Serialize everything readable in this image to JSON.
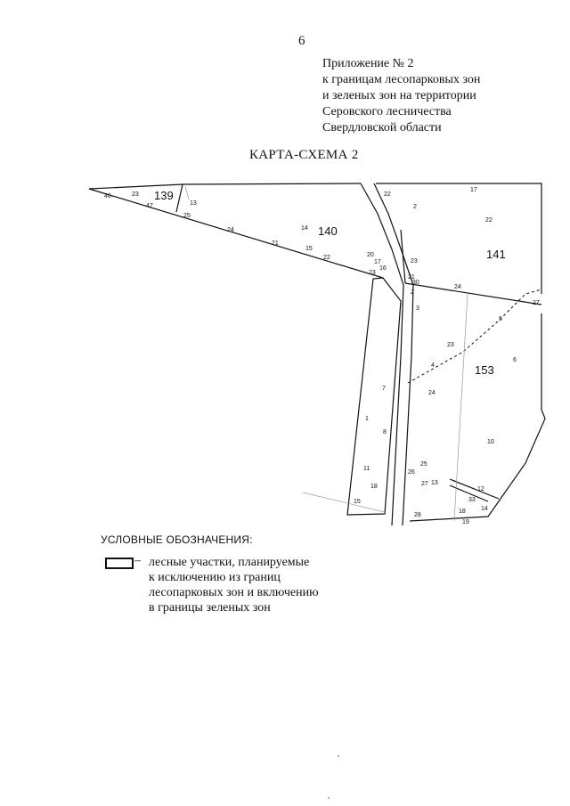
{
  "page_number": "6",
  "appendix_lines": [
    "Приложение № 2",
    "к границам лесопарковых зон",
    "и зеленых зон на территории",
    "Серовского лесничества",
    "Свердловской области"
  ],
  "map_title": "КАРТА-СХЕМА 2",
  "quarters": {
    "q139": "139",
    "q140": "140",
    "q141": "141",
    "q153": "153"
  },
  "plots": [
    "46",
    "23",
    "47",
    "13",
    "25",
    "24",
    "21",
    "15",
    "22",
    "14",
    "20",
    "17",
    "16",
    "23",
    "22",
    "17",
    "2",
    "22",
    "23",
    "21",
    "30",
    "2",
    "3",
    "24",
    "5",
    "27",
    "23",
    "4",
    "6",
    "7",
    "24",
    "1",
    "8",
    "10",
    "11",
    "25",
    "26",
    "27",
    "13",
    "18",
    "12",
    "33",
    "14",
    "15",
    "28",
    "18",
    "19"
  ],
  "legend": {
    "title": "УСЛОВНЫЕ ОБОЗНАЧЕНИЯ:",
    "dash": "–",
    "lines": [
      "лесные участки, планируемые",
      "к исключению из границ",
      "лесопарковых зон и включению",
      "в границы зеленых зон"
    ]
  }
}
